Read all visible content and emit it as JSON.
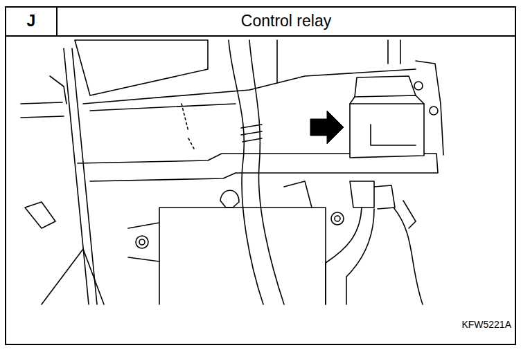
{
  "diagram": {
    "title": "Control relay",
    "labels": [
      "J",
      "KFW5221A"
    ]
  }
}
